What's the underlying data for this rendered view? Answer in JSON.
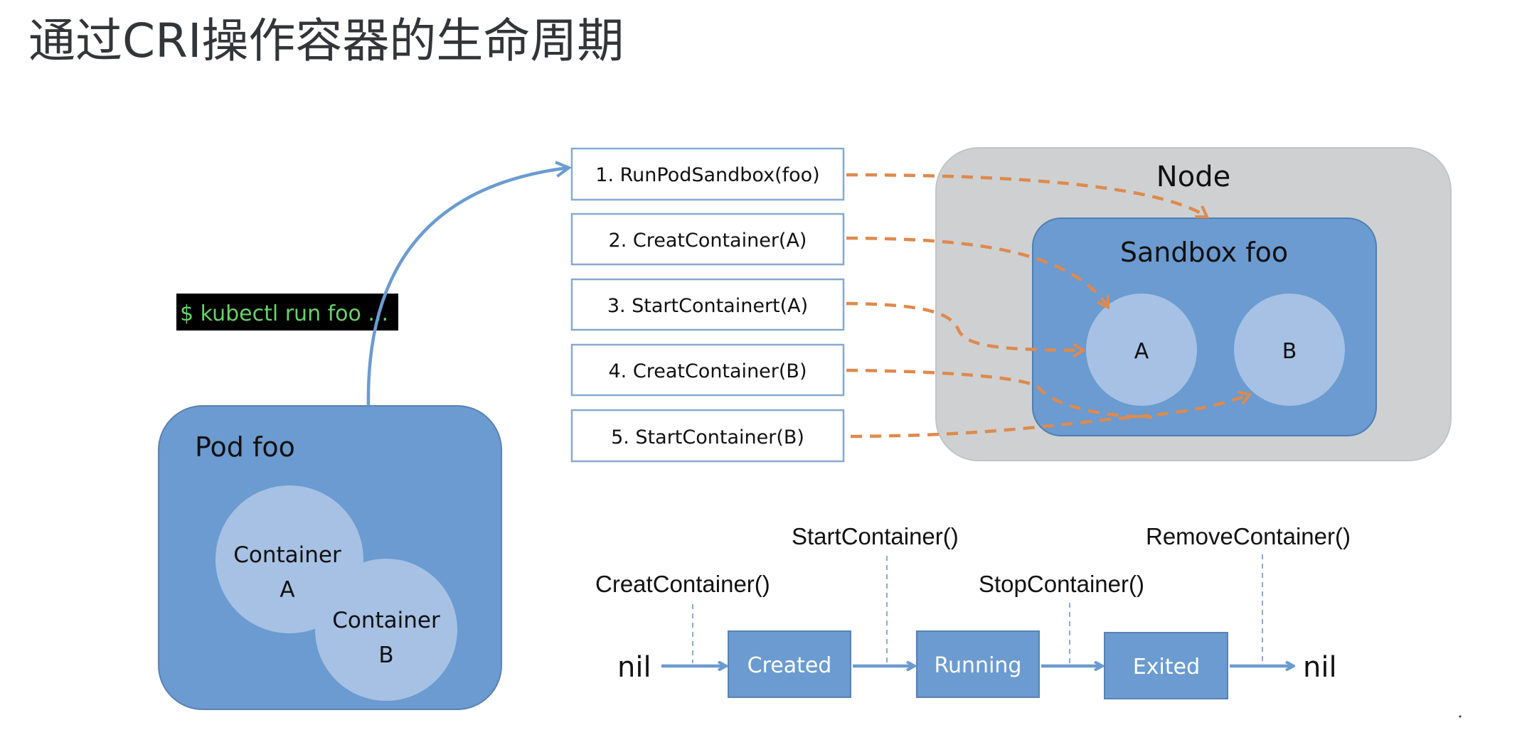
{
  "title": "通过CRI操作容器的生命周期",
  "terminal": {
    "command": "$ kubectl run foo ..."
  },
  "pod": {
    "label": "Pod foo",
    "containers": [
      {
        "line1": "Container",
        "line2": "A"
      },
      {
        "line1": "Container",
        "line2": "B"
      }
    ]
  },
  "cri_calls": [
    "1. RunPodSandbox(foo)",
    "2. CreatContainer(A)",
    "3. StartContainert(A)",
    "4. CreatContainer(B)",
    "5. StartContainer(B)"
  ],
  "node": {
    "label": "Node",
    "sandbox": {
      "label": "Sandbox foo",
      "containers": [
        "A",
        "B"
      ]
    }
  },
  "lifecycle": {
    "start": "nil",
    "end": "nil",
    "states": [
      "Created",
      "Running",
      "Exited"
    ],
    "transitions": [
      "CreatContainer()",
      "StartContainer()",
      "StopContainer()",
      "RemoveContainer()"
    ]
  },
  "colors": {
    "blue": "#6b9bd0",
    "light_blue": "#a6c1e4",
    "orange": "#de8a4e",
    "node_gray": "#cfd0d2",
    "terminal_green": "#6ad16a"
  }
}
